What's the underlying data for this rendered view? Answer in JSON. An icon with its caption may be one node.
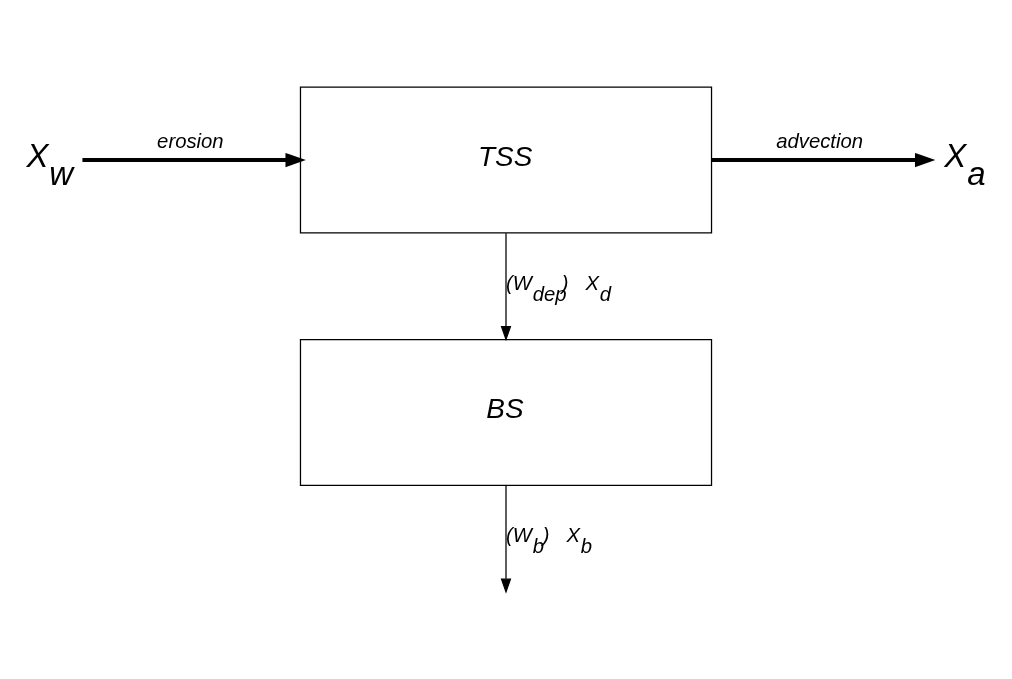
{
  "diagram": {
    "nodes": [
      {
        "text": [
          "X$_{w}$"
        ]
      },
      {
        "text": [
          "TSS"
        ]
      },
      {
        "text": [
          "X$_{a}$"
        ]
      },
      {
        "text": [
          "BS"
        ]
      }
    ],
    "edges": [
      {
        "from": 0,
        "to": 1,
        "arrow": "to",
        "label": "erosion",
        "style": "thick"
      },
      {
        "from": 1,
        "to": 2,
        "arrow": "to",
        "label": "advection",
        "style": "thick"
      },
      {
        "from": 1,
        "to": 3,
        "arrow": "to",
        "label": "(W$_{dep}$)   X$_{d}$"
      },
      {
        "from": 3,
        "to": null,
        "arrow": "to",
        "label": "(W$_{b}$)   X$_{b}$"
      }
    ]
  }
}
